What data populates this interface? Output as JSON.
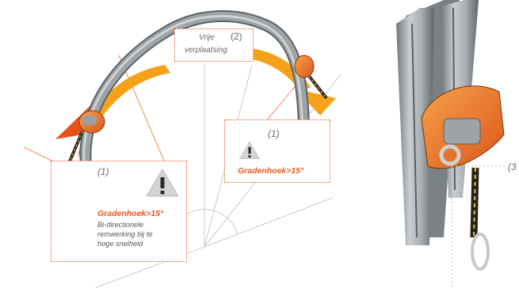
{
  "callout_free": {
    "label_line1": "Vrije",
    "label_num": "(2)",
    "label_line2": "verplaatsing"
  },
  "callout_left": {
    "num": "(1)",
    "grade": "Gradenhoek>15°",
    "desc": [
      "Bi-directionele",
      "remwerking bij te",
      "hoge snelheid"
    ]
  },
  "callout_right": {
    "num": "(1)",
    "grade": "Gradenhoek>15°"
  },
  "callout_rail": {
    "num": "(3"
  },
  "icons": {
    "warning": "warning-triangle-icon"
  },
  "colors": {
    "accent": "#e8571c",
    "arrow": "#f5a21a",
    "rail": "#8e9599",
    "dotted": "#e35a1c"
  }
}
